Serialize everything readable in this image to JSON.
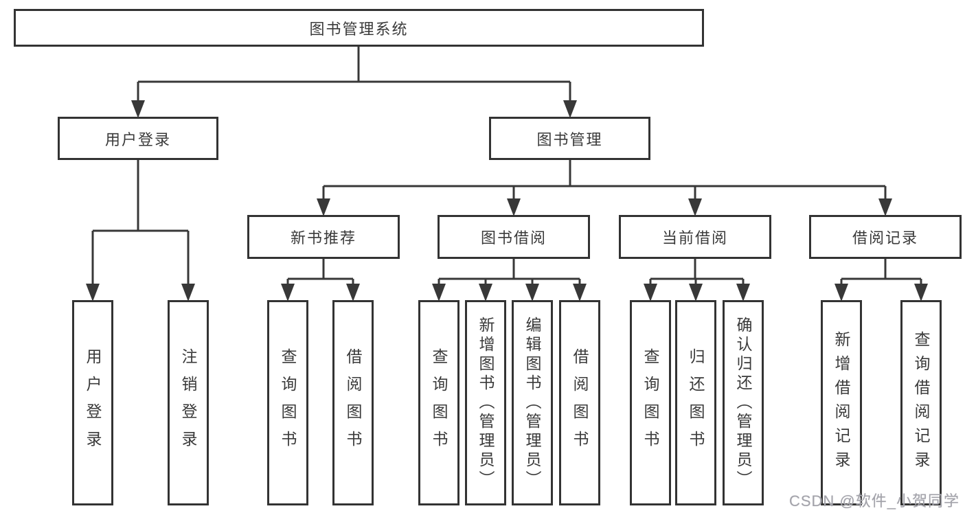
{
  "diagram": {
    "title": "图书管理系统",
    "level2": [
      {
        "label": "用户登录",
        "leaves": [
          "用户登录",
          "注销登录"
        ]
      },
      {
        "label": "图书管理",
        "sections": [
          {
            "label": "新书推荐",
            "leaves": [
              "查询图书",
              "借阅图书"
            ]
          },
          {
            "label": "图书借阅",
            "leaves": [
              "查询图书",
              "新增图书（管理员）",
              "编辑图书（管理员）",
              "借阅图书"
            ]
          },
          {
            "label": "当前借阅",
            "leaves": [
              "查询图书",
              "归还图书",
              "确认归还（管理员）"
            ]
          },
          {
            "label": "借阅记录",
            "leaves": [
              "新增借阅记录",
              "查询借阅记录"
            ]
          }
        ]
      }
    ]
  },
  "watermark": {
    "text": "CSDN @软件_小贺同学"
  },
  "colors": {
    "line": "#383838",
    "box_border": "#333333",
    "text": "#3a3a3a",
    "watermark": "#a3a3aa",
    "background": "#ffffff"
  }
}
